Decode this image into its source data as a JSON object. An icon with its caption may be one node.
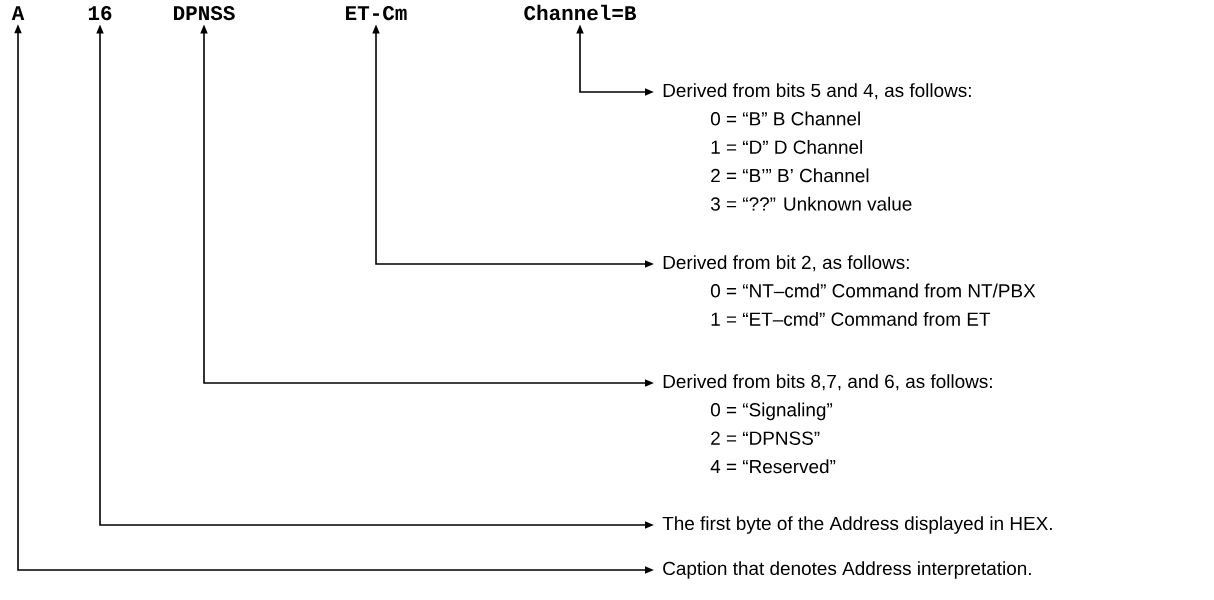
{
  "diagram": {
    "nodes": [
      {
        "text": [
          "A"
        ]
      },
      {
        "text": [
          "16"
        ]
      },
      {
        "text": [
          "DPNSS"
        ]
      },
      {
        "text": [
          "ET-Cm"
        ]
      },
      {
        "text": [
          "Channel=B"
        ]
      },
      {
        "text": [
          "Derived from bits 5 and 4, as follows:",
          "0 = “B” B Channel",
          "1 = “D” D Channel",
          "2 = “B’” B’ Channel",
          "3 = “??” Unknown value"
        ]
      },
      {
        "text": [
          "Derived from bit 2, as follows:",
          "0 = “NT–cmd” Command from NT/PBX",
          "1 = “ET–cmd” Command from  ET"
        ]
      },
      {
        "text": [
          "Derived from bits 8,7, and 6, as follows:",
          "0 = “Signaling”",
          "2 = “DPNSS”",
          "4 = “Reserved”"
        ]
      },
      {
        "text": [
          "The first byte of the Address displayed in HEX."
        ]
      },
      {
        "text": [
          "Caption that denotes Address interpretation."
        ]
      }
    ],
    "edges": [
      {
        "from": 4,
        "to": 5,
        "arrow": "both"
      },
      {
        "from": 3,
        "to": 6,
        "arrow": "both"
      },
      {
        "from": 2,
        "to": 7,
        "arrow": "both"
      },
      {
        "from": 1,
        "to": 8,
        "arrow": "both"
      },
      {
        "from": 0,
        "to": 9,
        "arrow": "both"
      }
    ]
  }
}
